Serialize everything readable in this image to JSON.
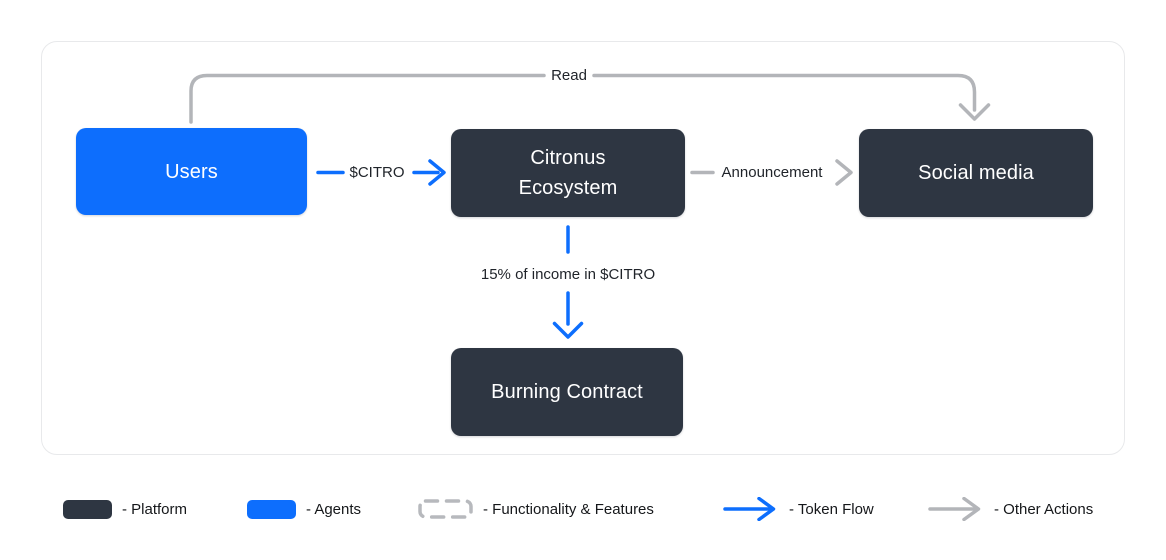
{
  "diagram": {
    "nodes": {
      "users": {
        "label": "Users",
        "type": "agents"
      },
      "ecosystem": {
        "line1": "Citronus",
        "line2": "Ecosystem",
        "type": "platform"
      },
      "social": {
        "label": "Social media",
        "type": "platform"
      },
      "burning": {
        "label": "Burning Contract",
        "type": "platform"
      }
    },
    "edges": {
      "read": {
        "label": "Read",
        "kind": "other-action",
        "from": "users",
        "to": "social"
      },
      "citro": {
        "label": "$CITRO",
        "kind": "token-flow",
        "from": "users",
        "to": "ecosystem"
      },
      "announcement": {
        "label": "Announcement",
        "kind": "other-action",
        "from": "ecosystem",
        "to": "social"
      },
      "income": {
        "label": "15% of income in $CITRO",
        "kind": "token-flow",
        "from": "ecosystem",
        "to": "burning"
      }
    }
  },
  "legend": {
    "platform": {
      "label": "- Platform"
    },
    "agents": {
      "label": "- Agents"
    },
    "features": {
      "label": "- Functionality & Features"
    },
    "token_flow": {
      "label": "- Token Flow"
    },
    "other_actions": {
      "label": "- Other Actions"
    }
  },
  "colors": {
    "accent_blue": "#0d6efd",
    "platform_dark": "#2e3642",
    "action_gray": "#b3b5b9"
  }
}
